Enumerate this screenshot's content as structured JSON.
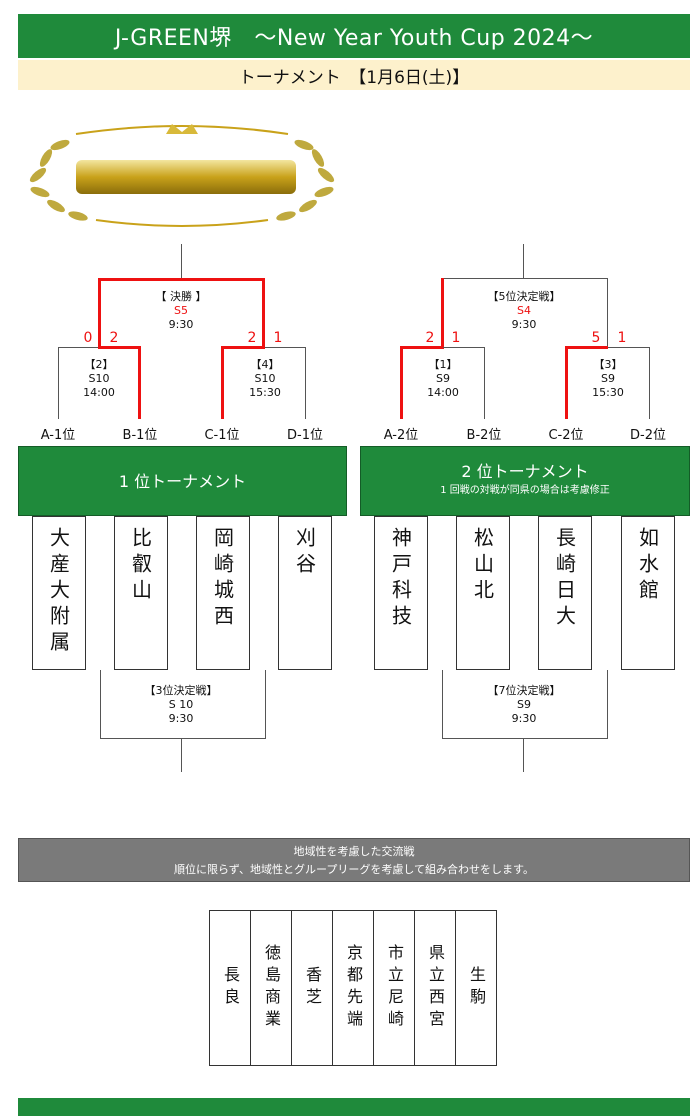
{
  "header": {
    "title": "J-GREEN堺　～New Year Youth Cup 2024～",
    "subtitle": "トーナメント　【1月6日(土)】"
  },
  "left": {
    "final": {
      "label": "【 決勝 】",
      "code": "S5",
      "time": "9:30"
    },
    "semi1": {
      "label": "【2】",
      "code": "S10",
      "time": "14:00"
    },
    "semi2": {
      "label": "【4】",
      "code": "S10",
      "time": "15:30"
    },
    "scores": [
      "0",
      "2",
      "2",
      "1"
    ],
    "slots": [
      "A-1位",
      "B-1位",
      "C-1位",
      "D-1位"
    ],
    "banner": "1 位トーナメント",
    "teams": [
      "大産大附属",
      "比叡山",
      "岡崎城西",
      "刈谷"
    ],
    "third": {
      "label": "【3位決定戦】",
      "code": "S 10",
      "time": "9:30"
    }
  },
  "right": {
    "final": {
      "label": "【5位決定戦】",
      "code": "S4",
      "time": "9:30"
    },
    "semi1": {
      "label": "【1】",
      "code": "S9",
      "time": "14:00"
    },
    "semi2": {
      "label": "【3】",
      "code": "S9",
      "time": "15:30"
    },
    "scores": [
      "2",
      "1",
      "5",
      "1"
    ],
    "slots": [
      "A-2位",
      "B-2位",
      "C-2位",
      "D-2位"
    ],
    "banner": "2 位トーナメント",
    "banner_note": "1 回戦の対戦が同県の場合は考慮修正",
    "teams": [
      "神戸科技",
      "松山北",
      "長崎日大",
      "如水館"
    ],
    "seventh": {
      "label": "【7位決定戦】",
      "code": "S9",
      "time": "9:30"
    }
  },
  "note": {
    "line1": "地域性を考慮した交流戦",
    "line2": "順位に限らず、地域性とグループリーグを考慮して組み合わせをします。"
  },
  "exchange_teams": [
    "長良",
    "徳島商業",
    "香芝",
    "京都先端",
    "市立尼崎",
    "県立西宮",
    "生駒"
  ],
  "colors": {
    "green": "#1f8a3b",
    "cream": "#fdf1cc",
    "red": "#e11111",
    "gray": "#7a7a7a",
    "gold": "#c9a21a"
  }
}
